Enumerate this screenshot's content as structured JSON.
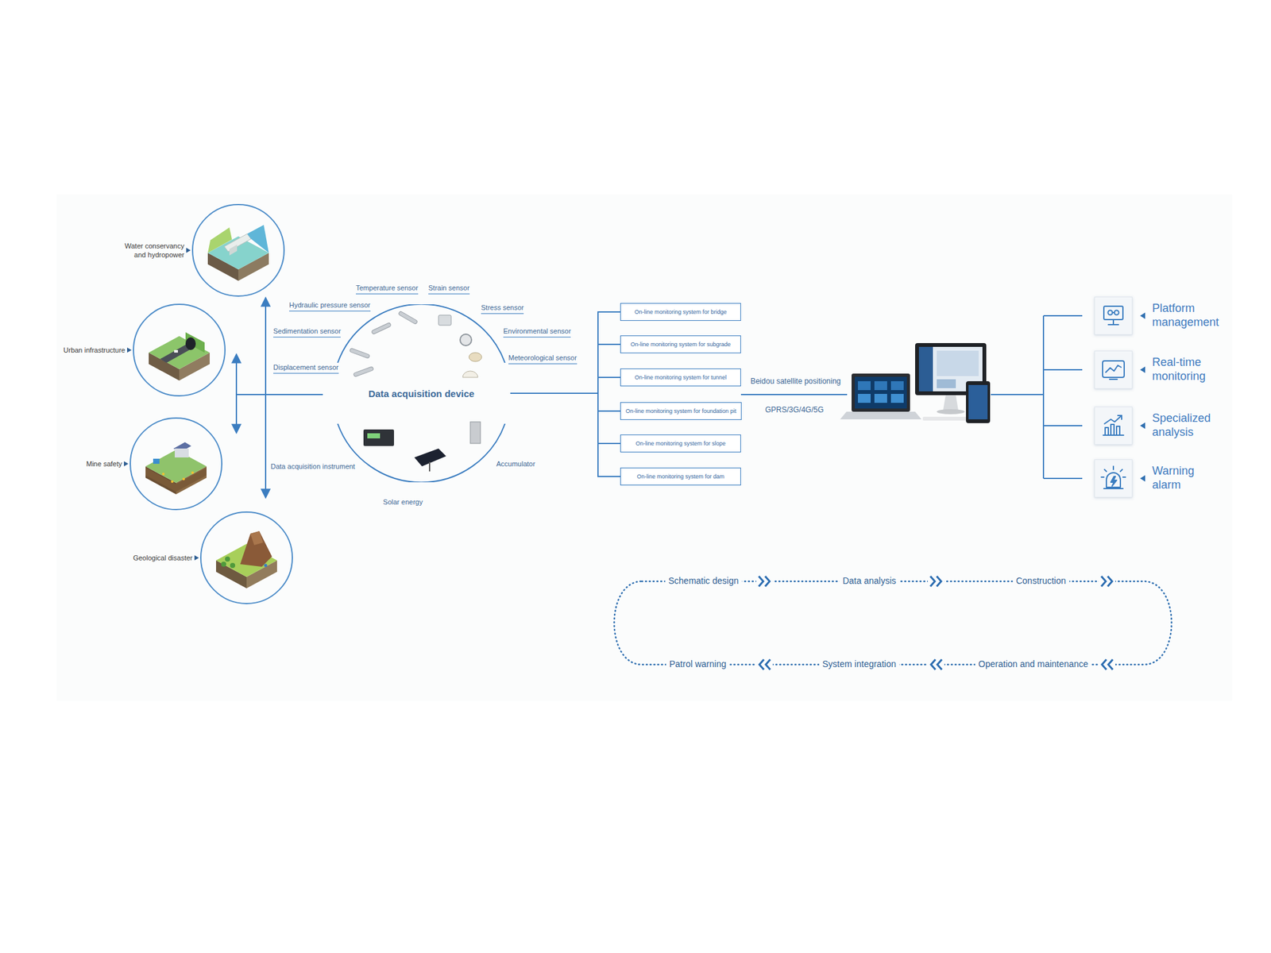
{
  "diagram": {
    "nodes": [
      {
        "text": [
          "Water conservancy and hydropower"
        ]
      },
      {
        "text": [
          "Urban infrastructure"
        ]
      },
      {
        "text": [
          "Mine safety"
        ]
      },
      {
        "text": [
          "Geological disaster"
        ]
      },
      {
        "text": [
          "Data acquisition device"
        ]
      },
      {
        "text": [
          "On-line monitoring system for bridge"
        ]
      },
      {
        "text": [
          "On-line monitoring system for subgrade"
        ]
      },
      {
        "text": [
          "On-line monitoring system for tunnel"
        ]
      },
      {
        "text": [
          "On-line monitoring system for foundation pit"
        ]
      },
      {
        "text": [
          "On-line monitoring system for slope"
        ]
      },
      {
        "text": [
          "On-line monitoring system for dam"
        ]
      },
      {
        "text": [
          "Platform management"
        ]
      },
      {
        "text": [
          "Real-time monitoring"
        ]
      },
      {
        "text": [
          "Specialized analysis"
        ]
      },
      {
        "text": [
          "Warning alarm"
        ]
      }
    ],
    "edges": [
      {
        "from": 4,
        "to": 5,
        "arrow": "none"
      },
      {
        "from": 4,
        "to": 6,
        "arrow": "none"
      },
      {
        "from": 4,
        "to": 7,
        "arrow": "none"
      },
      {
        "from": 4,
        "to": 8,
        "arrow": "none"
      },
      {
        "from": 4,
        "to": 9,
        "arrow": "none"
      },
      {
        "from": 4,
        "to": 10,
        "arrow": "none"
      }
    ],
    "labels": [
      "Temperature sensor",
      "Strain sensor",
      "Hydraulic pressure sensor",
      "Stress sensor",
      "Sedimentation sensor",
      "Environmental sensor",
      "Displacement sensor",
      "Meteorological sensor",
      "Data acquisition instrument",
      "Accumulator",
      "Solar energy",
      "Beidou satellite positioning",
      "GPRS/3G/4G/5G",
      "Schematic design",
      "Data analysis",
      "Construction",
      "Patrol warning",
      "System integration",
      "Operation and maintenance"
    ]
  }
}
